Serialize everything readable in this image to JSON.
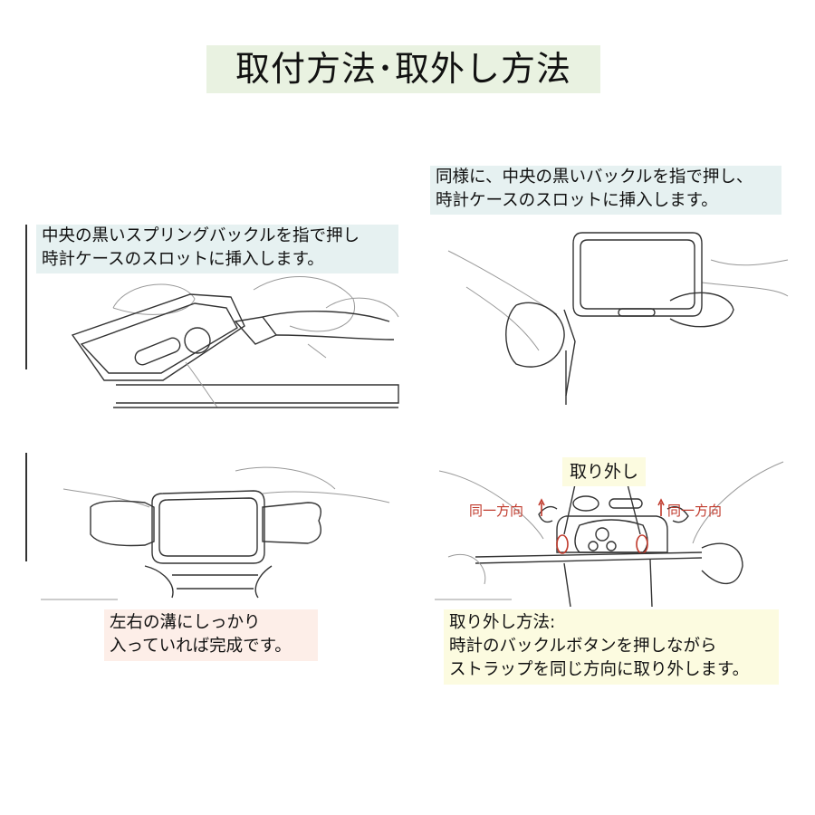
{
  "title": "取付方法･取外し方法",
  "steps": [
    {
      "caption_lines": [
        "中央の黒いスプリングバックルを指で押し",
        "時計ケースのスロットに挿入します。"
      ]
    },
    {
      "caption_lines": [
        "同様に、中央の黒いバックルを指で押し、",
        "時計ケースのスロットに挿入します。"
      ]
    },
    {
      "caption_lines": [
        "左右の溝にしっかり",
        "入っていれば完成です。"
      ]
    },
    {
      "caption_lines": [
        "取り外し方法:",
        "時計のバックルボタンを押しながら",
        "ストラップを同じ方向に取り外します。"
      ],
      "label_remove": "取り外し",
      "label_same_direction_left": "同一方向",
      "label_same_direction_right": "同一方向"
    }
  ],
  "colors": {
    "title_bg": "#e9f2e1",
    "caption_blue": "#e6f1f1",
    "caption_pink": "#fdeee8",
    "caption_yellow": "#fcfbe0",
    "accent_red": "#c0392b"
  }
}
